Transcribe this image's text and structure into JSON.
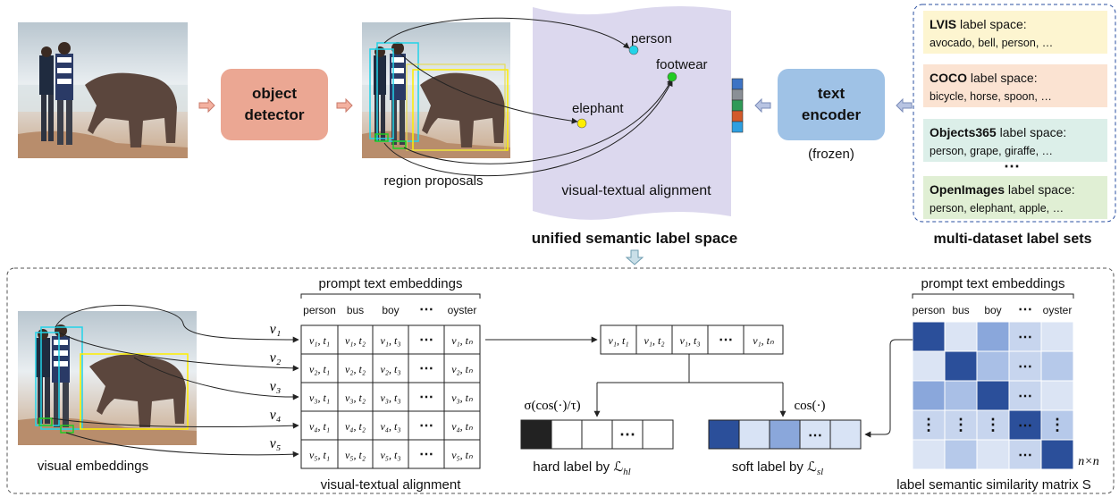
{
  "top": {
    "detector_label_1": "object",
    "detector_label_2": "detector",
    "region_proposals": "region proposals",
    "embedding_space": {
      "labels": [
        "person",
        "footwear",
        "elephant"
      ],
      "caption": "visual-textual alignment",
      "title": "unified semantic label space",
      "point_colors": [
        "#22d3e8",
        "#22cc22",
        "#ffee00"
      ]
    },
    "text_encoder_1": "text",
    "text_encoder_2": "encoder",
    "frozen": "(frozen)",
    "label_sets": [
      {
        "name": "LVIS",
        "suffix": " label space:",
        "items": "avocado, bell, person, …",
        "color": "#fdf5d0"
      },
      {
        "name": "COCO",
        "suffix": " label space:",
        "items": "bicycle, horse, spoon, …",
        "color": "#fbe3d2"
      },
      {
        "name": "Objects365",
        "suffix": " label space:",
        "items": "person, grape, giraffe, …",
        "color": "#dcefe9"
      },
      {
        "name": "OpenImages",
        "suffix": " label space:",
        "items": "person, elephant, apple, …",
        "color": "#e0efd4"
      }
    ],
    "label_sets_dots": "⋯",
    "label_sets_title": "multi-dataset label sets",
    "embed_bar_colors": [
      "#3e74c4",
      "#8a8f96",
      "#2f9a57",
      "#d25a2a",
      "#2e9fe0"
    ]
  },
  "bottom": {
    "prompt_title_left": "prompt text embeddings",
    "columns": [
      "person",
      "bus",
      "boy",
      "⋯",
      "oyster"
    ],
    "visual_labels": [
      "v₁",
      "v₂",
      "v₃",
      "v₄",
      "v₅"
    ],
    "matrix_rows": [
      [
        "v₁, t₁",
        "v₁, t₂",
        "v₁, t₃",
        "⋯",
        "v₁, tₙ"
      ],
      [
        "v₂, t₁",
        "v₂, t₂",
        "v₂, t₃",
        "⋯",
        "v₂, tₙ"
      ],
      [
        "v₃, t₁",
        "v₃, t₂",
        "v₃, t₃",
        "⋯",
        "v₃, tₙ"
      ],
      [
        "v₄, t₁",
        "v₄, t₂",
        "v₄, t₃",
        "⋯",
        "v₄, tₙ"
      ],
      [
        "v₅, t₁",
        "v₅, t₂",
        "v₅, t₃",
        "⋯",
        "v₅, tₙ"
      ]
    ],
    "visual_embeddings": "visual embeddings",
    "alignment_caption": "visual-textual alignment",
    "selected_row": [
      "v₁, t₁",
      "v₁, t₂",
      "v₁, t₃",
      "⋯",
      "v₁, tₙ"
    ],
    "hard_formula": "σ(cos(·)/τ)",
    "soft_formula": "cos(·)",
    "hard_caption": "hard label by ℒ",
    "hard_sub": "hl",
    "soft_caption": "soft label by ℒ",
    "soft_sub": "sl",
    "hard_cells": [
      "#222222",
      "#ffffff",
      "#ffffff",
      "#ffffff",
      "#ffffff"
    ],
    "hard_dots": "⋯",
    "soft_cells": [
      "#2b4f9a",
      "#d8e3f5",
      "#8aa7db",
      "#d8e3f5",
      "#d8e3f5"
    ],
    "prompt_title_right": "prompt text embeddings",
    "sim_columns": [
      "person",
      "bus",
      "boy",
      "⋯",
      "oyster"
    ],
    "sim_matrix_colors": [
      [
        "#2b4f9a",
        "#dbe4f4",
        "#8aa7db",
        "#c7d5ee",
        "#dbe4f4"
      ],
      [
        "#dbe4f4",
        "#2b4f9a",
        "#a9bfe6",
        "#c7d5ee",
        "#b6c9ea"
      ],
      [
        "#8aa7db",
        "#a9bfe6",
        "#2b4f9a",
        "#c7d5ee",
        "#dbe4f4"
      ],
      [
        "#c7d5ee",
        "#c7d5ee",
        "#c7d5ee",
        "#2b4f9a",
        "#b6c9ea"
      ],
      [
        "#dbe4f4",
        "#b6c9ea",
        "#dbe4f4",
        "#c7d5ee",
        "#2b4f9a"
      ]
    ],
    "sim_size": "n×n",
    "sim_caption": "label semantic similarity matrix S"
  }
}
